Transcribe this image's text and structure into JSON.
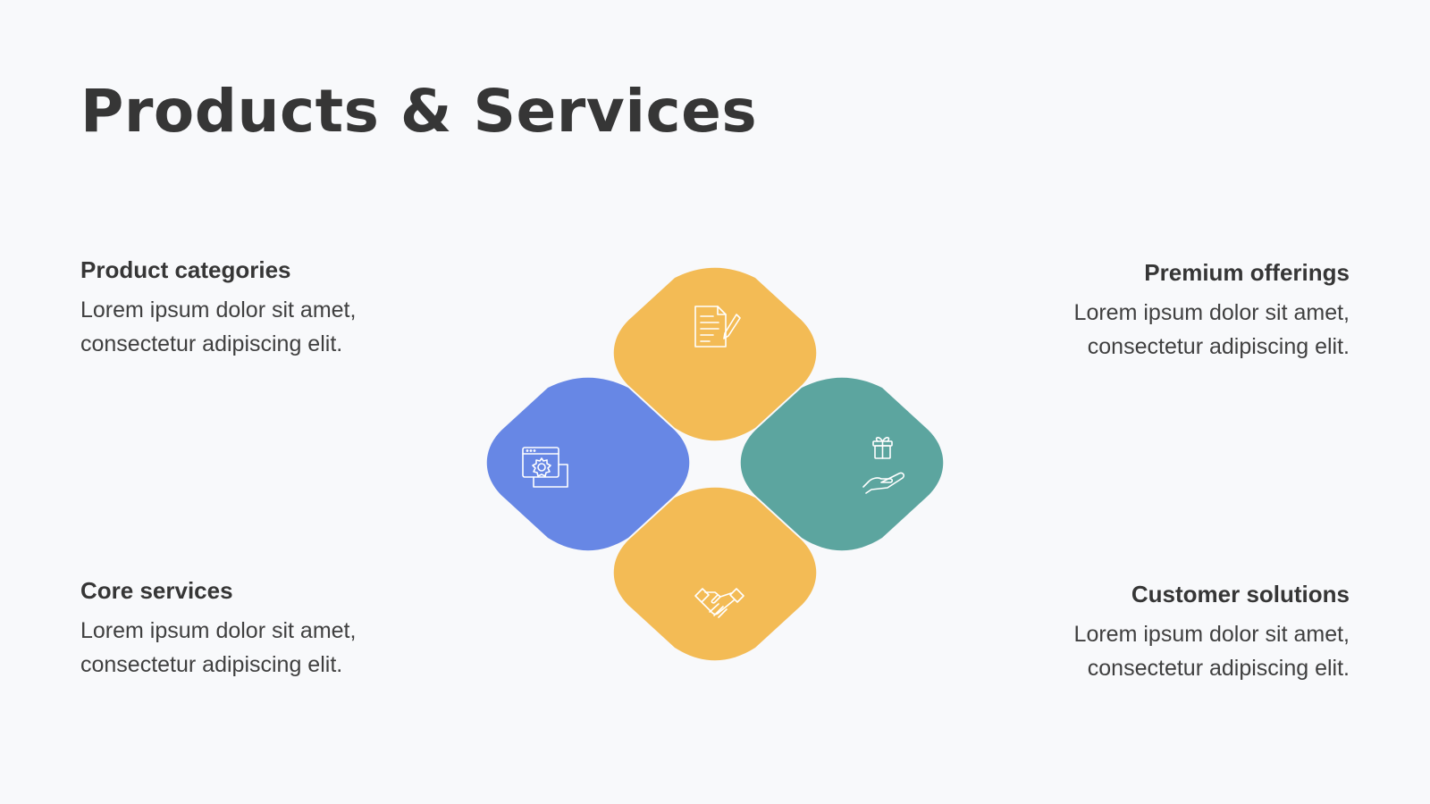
{
  "title": "Products & Services",
  "blocks": {
    "top_left": {
      "heading": "Product categories",
      "body_line1": "Lorem ipsum dolor sit amet,",
      "body_line2": "consectetur adipiscing elit."
    },
    "top_right": {
      "heading": "Premium offerings",
      "body_line1": "Lorem ipsum dolor sit amet,",
      "body_line2": "consectetur adipiscing elit."
    },
    "bottom_left": {
      "heading": "Core services",
      "body_line1": "Lorem ipsum dolor sit amet,",
      "body_line2": "consectetur adipiscing elit."
    },
    "bottom_right": {
      "heading": "Customer solutions",
      "body_line1": "Lorem ipsum dolor sit amet,",
      "body_line2": "consectetur adipiscing elit."
    }
  },
  "diagram": {
    "colors": {
      "yellow": "#f2b443",
      "blue": "#5b7ee3",
      "teal": "#4a9b95"
    },
    "icons": {
      "top": "document-pen-icon",
      "left": "settings-window-icon",
      "right": "gift-hand-icon",
      "bottom": "handshake-icon"
    }
  }
}
